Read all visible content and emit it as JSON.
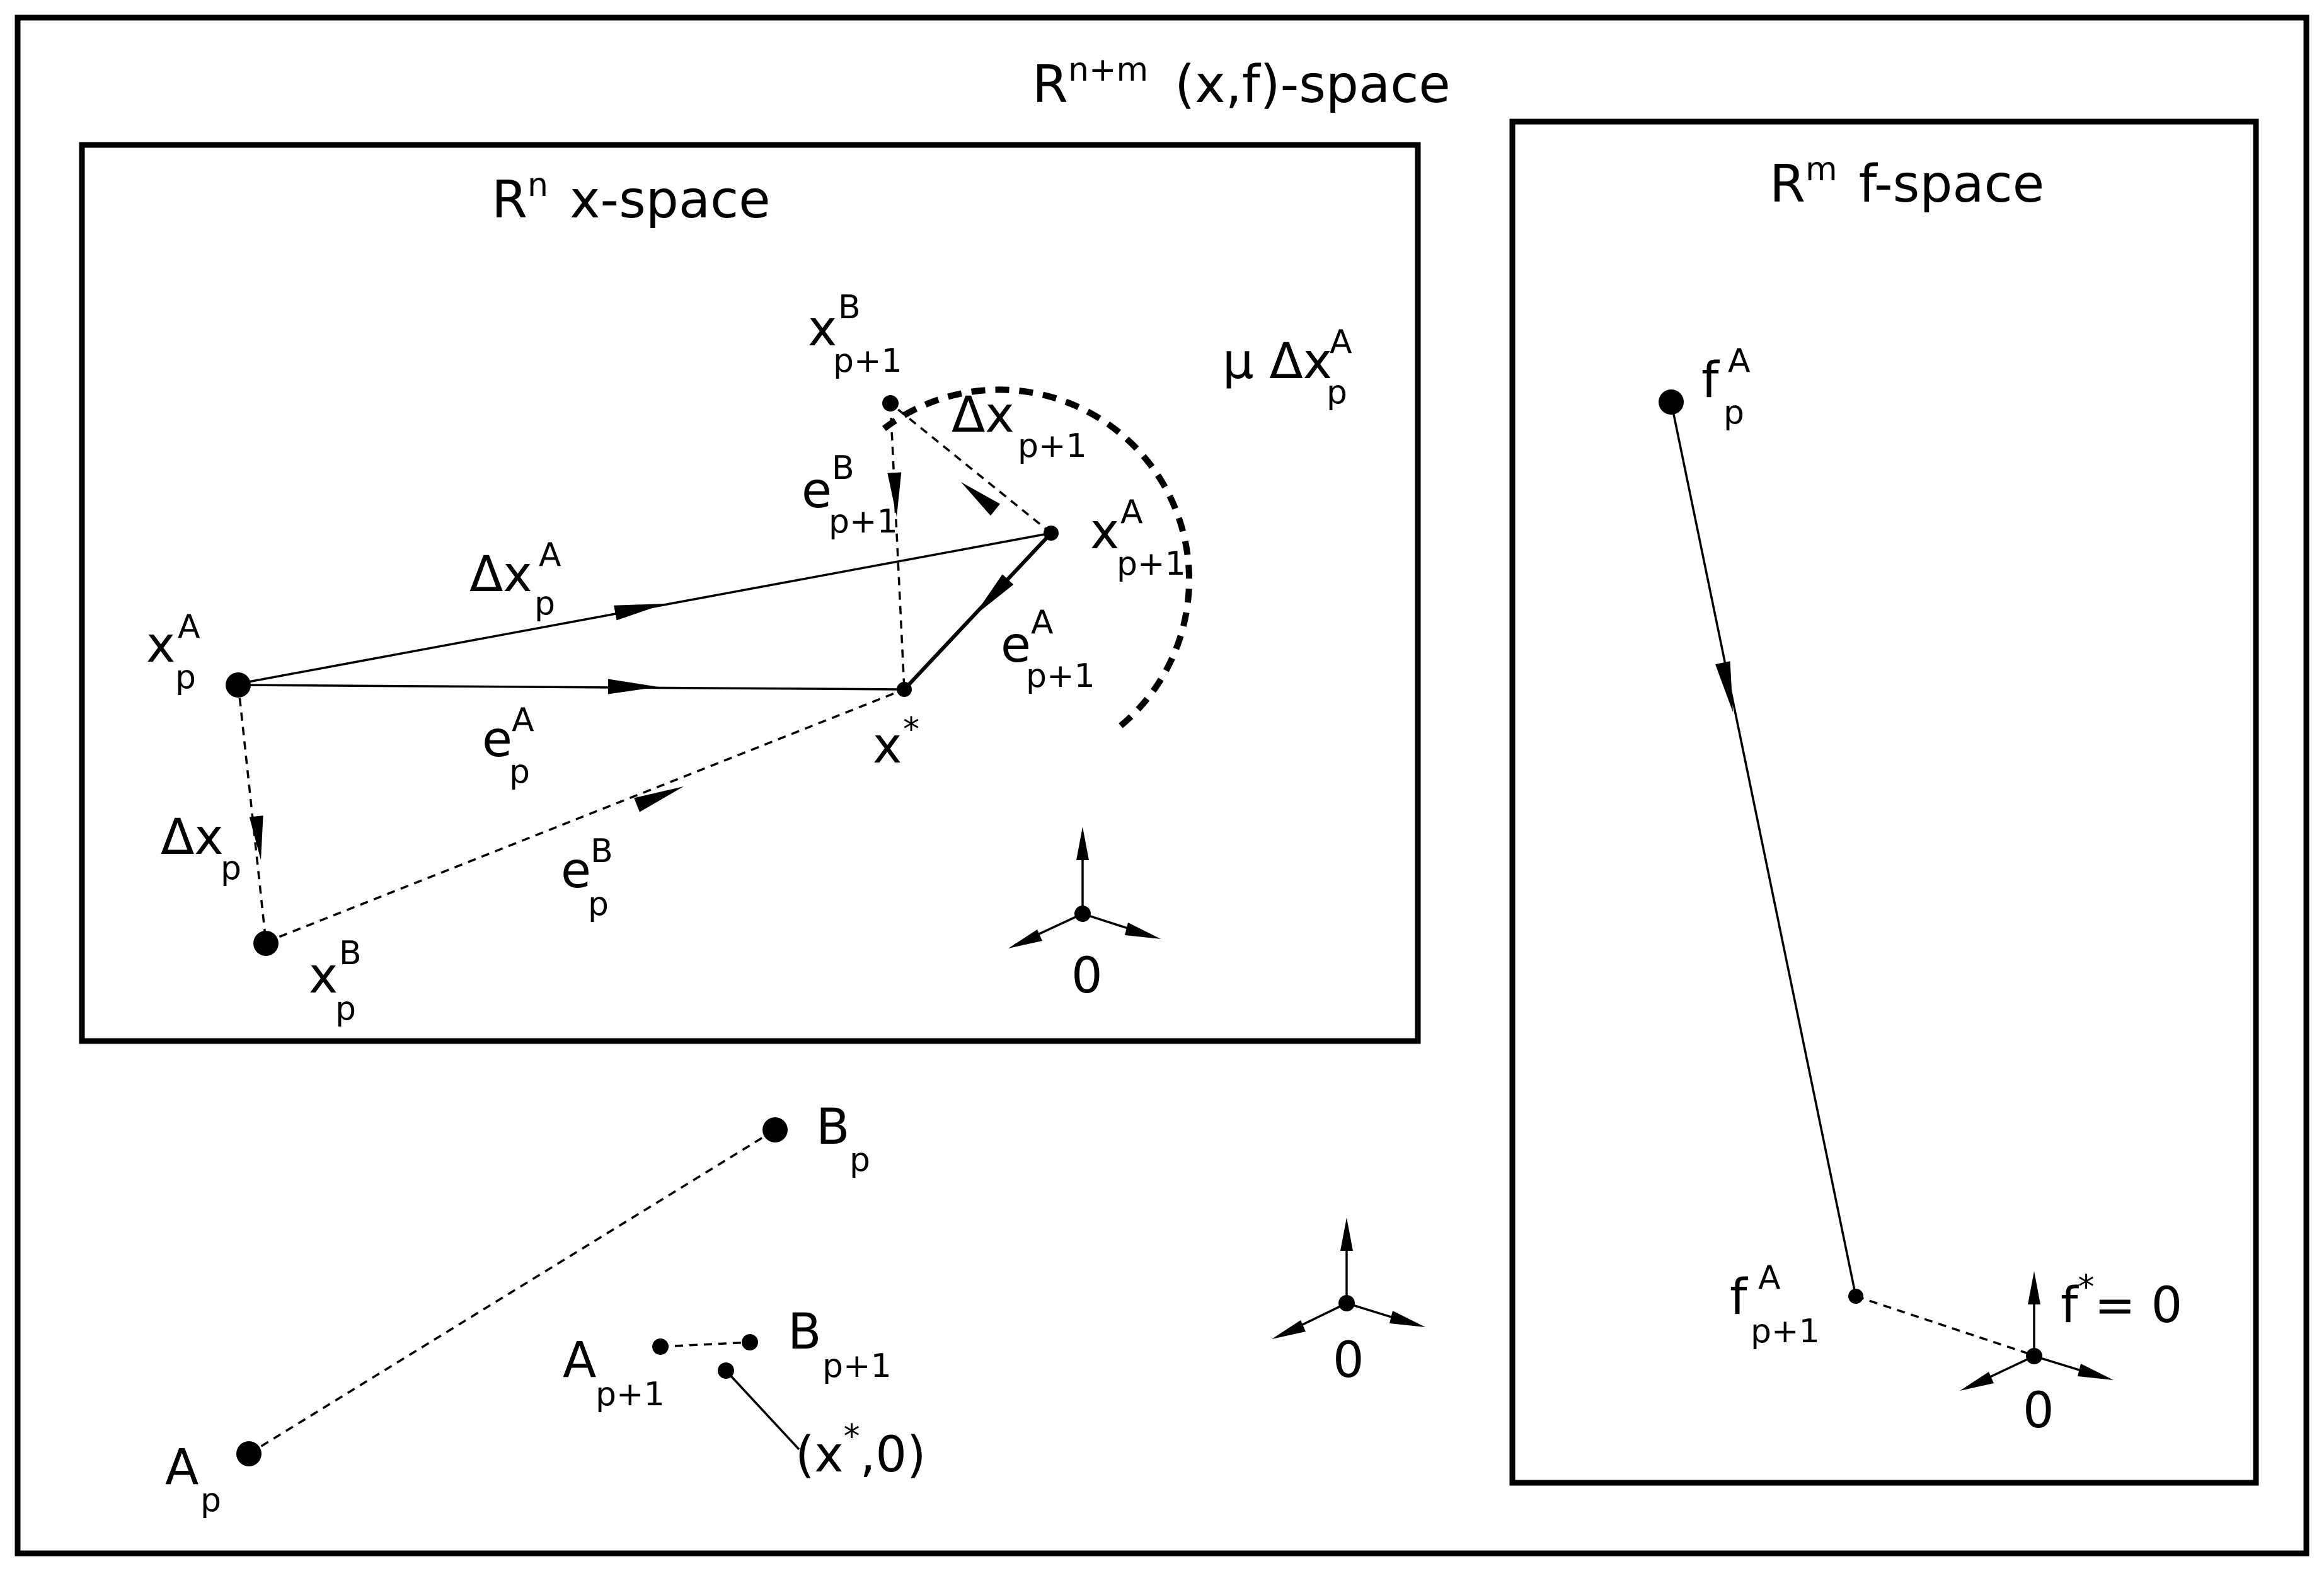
{
  "outer_space": {
    "symbol": "R",
    "sup": "n+m",
    "name": "(x,f)-space"
  },
  "x_space": {
    "symbol": "R",
    "sup": "n",
    "name": "x-space"
  },
  "f_space": {
    "symbol": "R",
    "sup": "m",
    "name": "f-space"
  },
  "labels": {
    "xpA": {
      "base": "x",
      "sub": "p",
      "sup": "A"
    },
    "xpB": {
      "base": "x",
      "sub": "p",
      "sup": "B"
    },
    "xp1A": {
      "base": "x",
      "sub": "p+1",
      "sup": "A"
    },
    "xp1B": {
      "base": "x",
      "sub": "p+1",
      "sup": "B"
    },
    "xstar": {
      "base": "x",
      "sup": "*"
    },
    "dxpA": {
      "base": "Δx",
      "sub": "p",
      "sup": "A"
    },
    "dxp": {
      "base": "Δx",
      "sub": "p"
    },
    "dxp1": {
      "base": "Δx",
      "sub": "p+1"
    },
    "mudx": {
      "base": "μ Δx",
      "sub": "p",
      "sup": "A"
    },
    "epA": {
      "base": "e",
      "sub": "p",
      "sup": "A"
    },
    "epB": {
      "base": "e",
      "sub": "p",
      "sup": "B"
    },
    "ep1A": {
      "base": "e",
      "sub": "p+1",
      "sup": "A"
    },
    "ep1B": {
      "base": "e",
      "sub": "p+1",
      "sup": "B"
    },
    "Bp": {
      "base": "B",
      "sub": "p"
    },
    "Ap": {
      "base": "A",
      "sub": "p"
    },
    "Ap1": {
      "base": "A",
      "sub": "p+1"
    },
    "Bp1": {
      "base": "B",
      "sub": "p+1"
    },
    "xstar0_open": "(x",
    "xstar0_sup": "*",
    "xstar0_close": ",0)",
    "fpA": {
      "base": "f",
      "sub": "p",
      "sup": "A"
    },
    "fp1A": {
      "base": "f",
      "sub": "p+1",
      "sup": "A"
    },
    "fstar_base": "f",
    "fstar_sup": "*",
    "fstar_eq": "= 0",
    "origin_x": "0",
    "origin_mid": "0",
    "origin_f": "0"
  }
}
